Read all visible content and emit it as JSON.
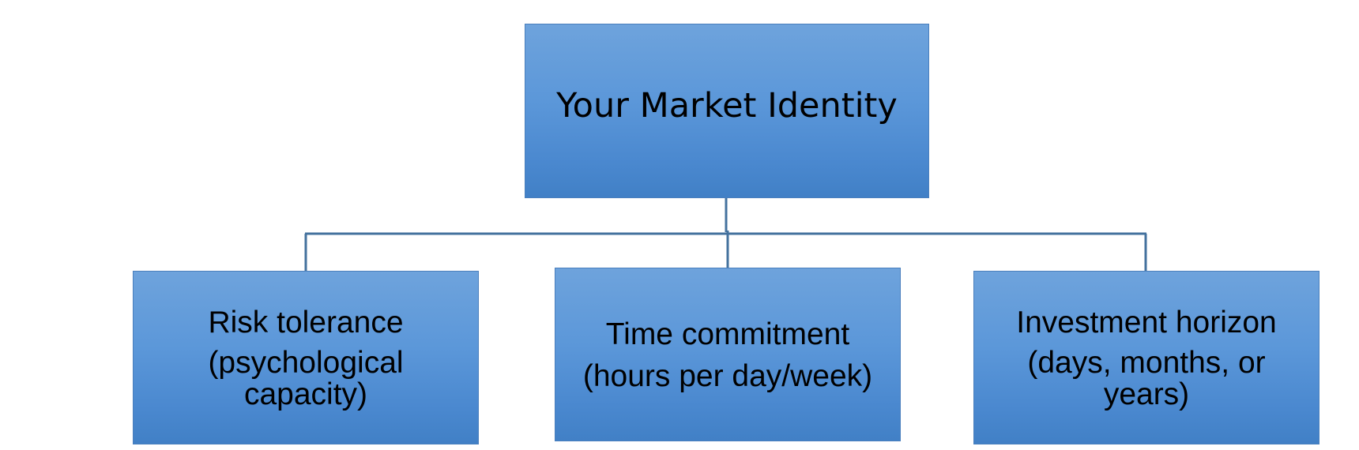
{
  "diagram": {
    "root": {
      "label": "Your Market Identity"
    },
    "children": [
      {
        "title": "Risk tolerance",
        "detail": "(psychological capacity)"
      },
      {
        "title": "Time commitment",
        "detail": "(hours per day/week)"
      },
      {
        "title": "Investment horizon",
        "detail": "(days, months, or years)"
      }
    ],
    "colors": {
      "box_fill_top": "#6ea3dc",
      "box_fill_bottom": "#4180c6",
      "connector": "#44729e",
      "text": "#000000"
    }
  }
}
